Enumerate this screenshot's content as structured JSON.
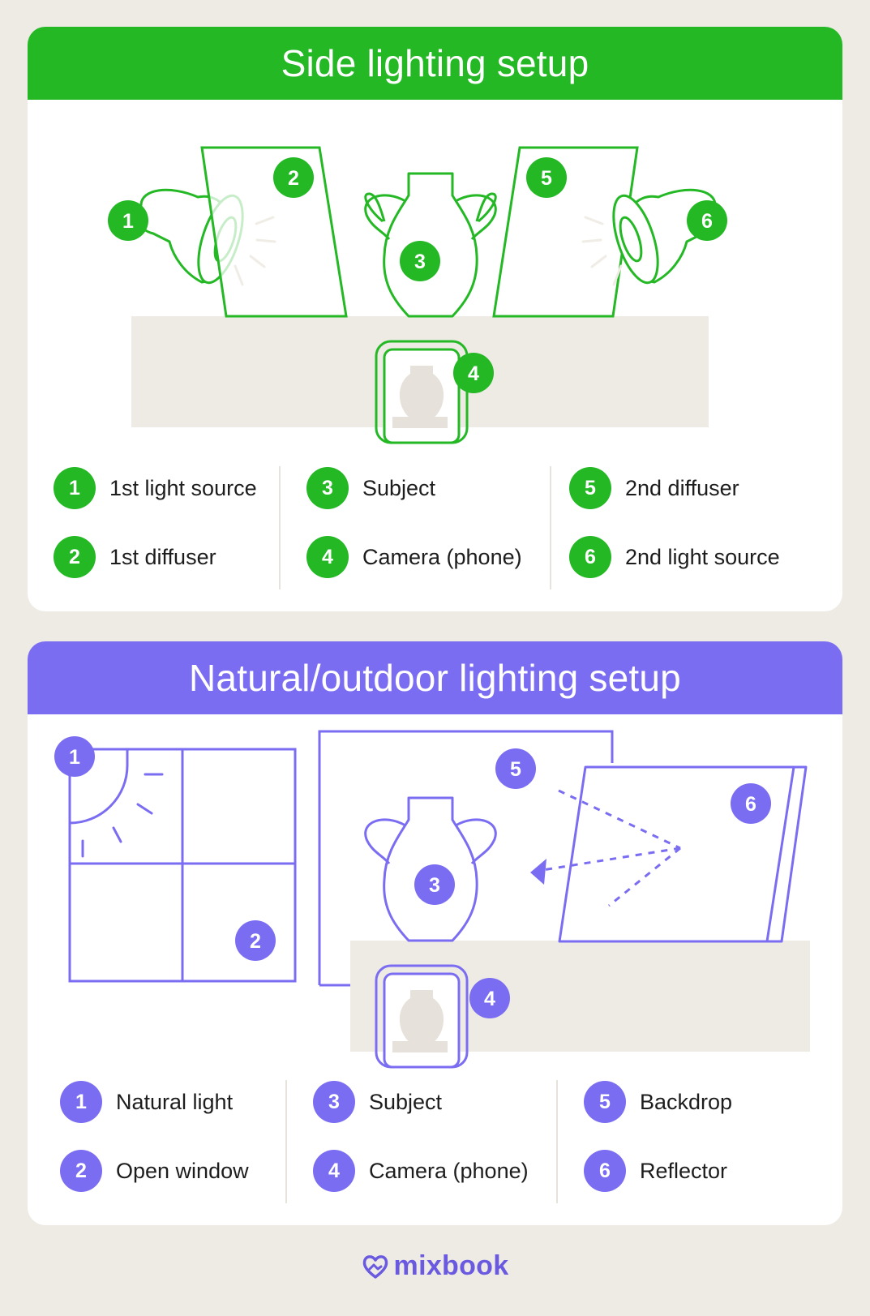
{
  "side_setup": {
    "title": "Side lighting setup",
    "color": "#23b824",
    "markers": [
      "1",
      "2",
      "3",
      "4",
      "5",
      "6"
    ],
    "legend": [
      {
        "num": "1",
        "label": "1st light source"
      },
      {
        "num": "2",
        "label": "1st diffuser"
      },
      {
        "num": "3",
        "label": "Subject"
      },
      {
        "num": "4",
        "label": "Camera (phone)"
      },
      {
        "num": "5",
        "label": "2nd diffuser"
      },
      {
        "num": "6",
        "label": "2nd light source"
      }
    ]
  },
  "natural_setup": {
    "title": "Natural/outdoor lighting setup",
    "color": "#7b6df2",
    "markers": [
      "1",
      "2",
      "3",
      "4",
      "5",
      "6"
    ],
    "legend": [
      {
        "num": "1",
        "label": "Natural light"
      },
      {
        "num": "2",
        "label": "Open window"
      },
      {
        "num": "3",
        "label": "Subject"
      },
      {
        "num": "4",
        "label": "Camera (phone)"
      },
      {
        "num": "5",
        "label": "Backdrop"
      },
      {
        "num": "6",
        "label": "Reflector"
      }
    ]
  },
  "footer": {
    "brand": "mixbook",
    "icon": "heart-photo-icon"
  }
}
